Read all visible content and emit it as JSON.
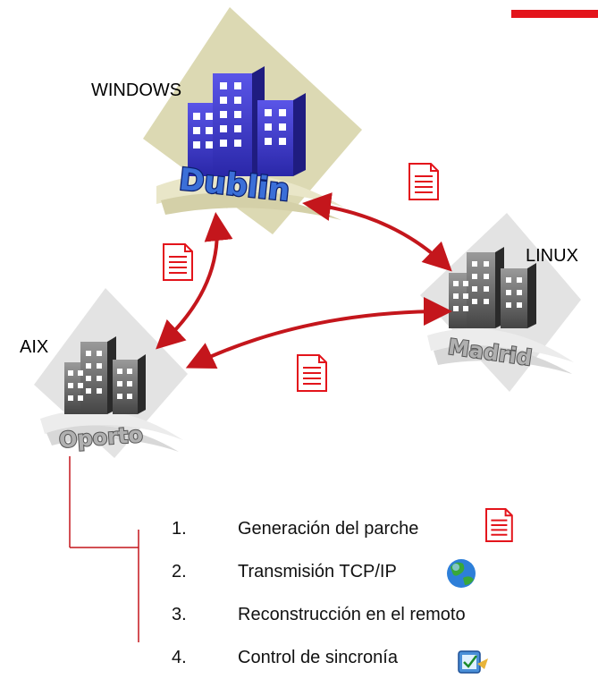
{
  "accent_color": "#e3141b",
  "arrow_color": "#c4161c",
  "nodes": {
    "dublin": {
      "os": "WINDOWS",
      "city": "Dublin",
      "style": "color"
    },
    "madrid": {
      "os": "LINUX",
      "city": "Madrid",
      "style": "gray"
    },
    "oporto": {
      "os": "AIX",
      "city": "Oporto",
      "style": "gray"
    }
  },
  "steps": [
    {
      "number": "1.",
      "text": "Generación del parche",
      "icon": "document-icon"
    },
    {
      "number": "2.",
      "text": "Transmisión TCP/IP",
      "icon": "globe-icon"
    },
    {
      "number": "3.",
      "text": "Reconstrucción en el remoto",
      "icon": ""
    },
    {
      "number": "4.",
      "text": "Control de sincronía",
      "icon": "checklist-icon"
    }
  ]
}
